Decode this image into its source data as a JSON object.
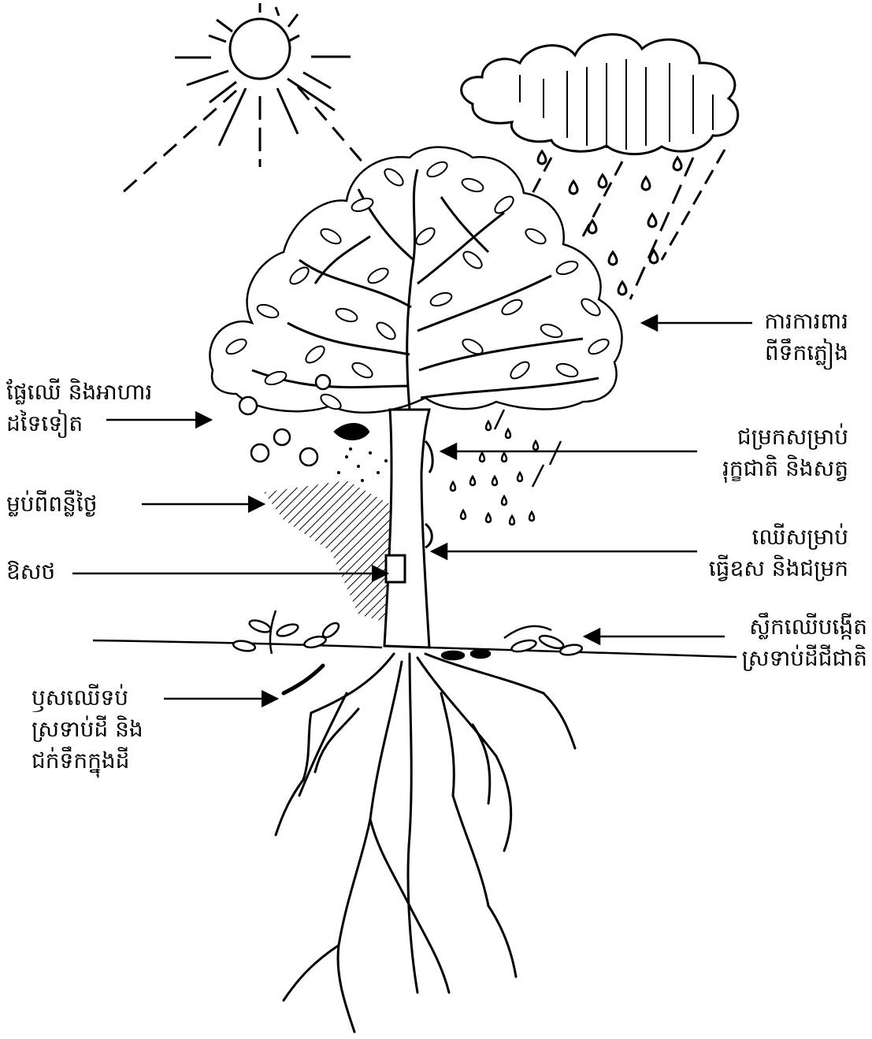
{
  "colors": {
    "ink": "#000000",
    "paper": "#ffffff"
  },
  "labels": {
    "rain_protection": [
      "ការការពារ",
      "ពីទឹកភ្លៀង"
    ],
    "fruit_food": [
      "ផ្លែឈើ និងអាហារ",
      "ដទៃទៀត"
    ],
    "habitat": [
      "ជម្រកសម្រាប់",
      "រុក្ខជាតិ និងសត្វ"
    ],
    "shade": [
      "ម្លប់ពីពន្លឺថ្ងៃ"
    ],
    "medicine": [
      "ឱសថ"
    ],
    "wood": [
      "ឈើសម្រាប់",
      "ធ្វើឧស និងជម្រក"
    ],
    "leaf_litter": [
      "ស្លឹកឈើបង្កើត",
      "ស្រទាប់ដីជីជាតិ"
    ],
    "roots": [
      "ឫសឈើទប់",
      "ស្រទាប់ដី និង",
      "ជក់ទឹកក្នុងដី"
    ]
  }
}
